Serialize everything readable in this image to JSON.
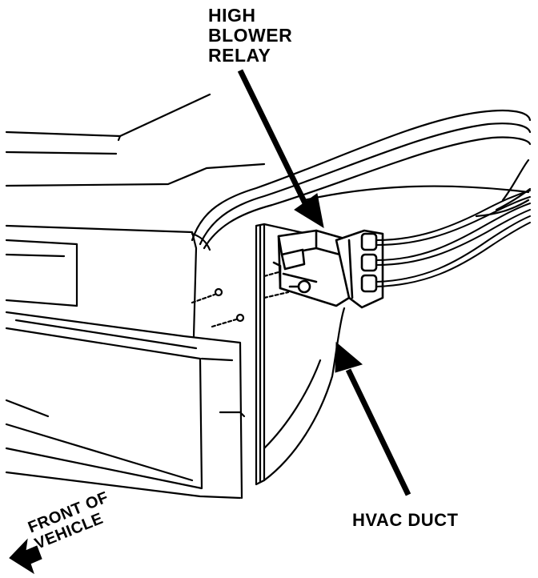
{
  "labels": {
    "relay_line1": "HIGH",
    "relay_line2": "BLOWER",
    "relay_line3": "RELAY",
    "duct": "HVAC DUCT",
    "front_line1": "FRONT OF",
    "front_line2": "VEHICLE"
  },
  "colors": {
    "ink": "#000000",
    "paper": "#ffffff"
  }
}
